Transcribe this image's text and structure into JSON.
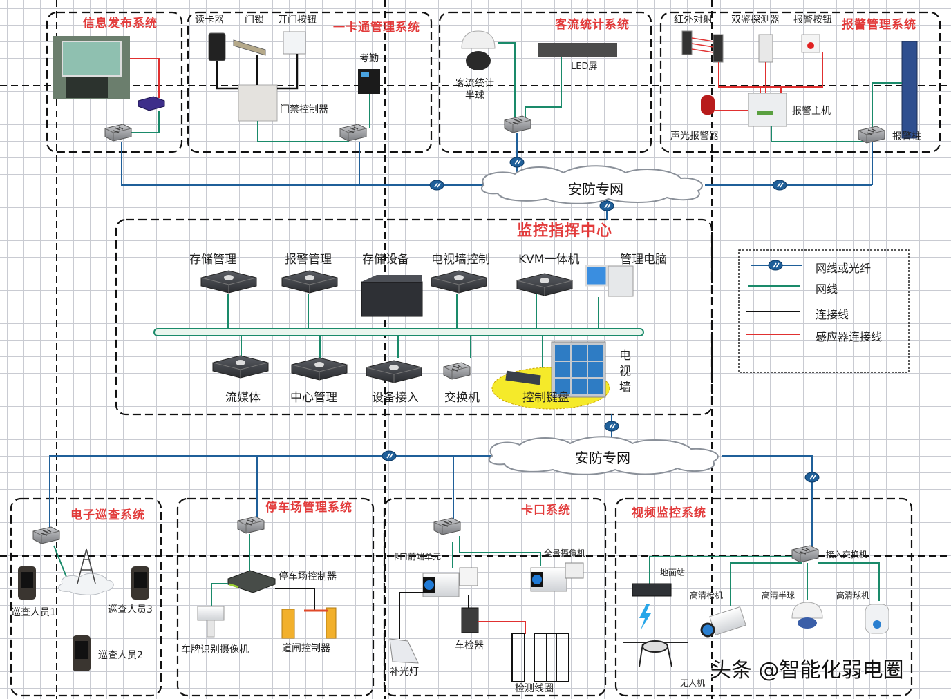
{
  "colors": {
    "title_red": "#e23a3a",
    "network_blue": "#1f5f99",
    "cable_green": "#1a8a6a",
    "connect_black": "#111111",
    "sensor_red": "#e03030",
    "grid": "#c9cbd2"
  },
  "network_cloud": {
    "top_label": "安防专网",
    "bottom_label": "安防专网"
  },
  "systems": {
    "info_release": {
      "title": "信息发布系统",
      "devices": []
    },
    "card": {
      "title": "一卡通管理系统",
      "devices": [
        "读卡器",
        "门锁",
        "开门按钮",
        "考勤",
        "门禁控制器"
      ]
    },
    "passenger_flow": {
      "title": "客流统计系统",
      "devices": [
        "客流统计半球",
        "LED屏"
      ]
    },
    "alarm": {
      "title": "报警管理系统",
      "devices": [
        "红外对射",
        "双鉴探测器",
        "报警按钮",
        "报警主机",
        "声光报警器",
        "报警柱"
      ]
    },
    "command_center": {
      "title": "监控指挥中心",
      "top_devices": [
        "存储管理",
        "报警管理",
        "存储设备",
        "电视墙控制",
        "KVM一体机",
        "管理电脑"
      ],
      "bottom_devices": [
        "流媒体",
        "中心管理",
        "设备接入",
        "交换机",
        "控制键盘"
      ],
      "tv_wall": "电视墙"
    },
    "patrol": {
      "title": "电子巡查系统",
      "devices": [
        "巡查人员1",
        "巡查人员3",
        "巡查人员2"
      ]
    },
    "parking": {
      "title": "停车场管理系统",
      "devices": [
        "停车场控制器",
        "车牌识别摄像机",
        "道闸控制器"
      ]
    },
    "checkpoint": {
      "title": "卡口系统",
      "devices": [
        "卡口前端单元",
        "全景摄像机",
        "车检器",
        "补光灯",
        "检测线圈"
      ]
    },
    "video": {
      "title": "视频监控系统",
      "devices": [
        "接入交换机",
        "地面站",
        "高清枪机",
        "高清半球",
        "高清球机",
        "无人机"
      ]
    }
  },
  "legend": {
    "items": [
      {
        "label": "网线或光纤",
        "type": "fiber"
      },
      {
        "label": "网线",
        "type": "cable"
      },
      {
        "label": "连接线",
        "type": "connect"
      },
      {
        "label": "感应器连接线",
        "type": "sensor"
      }
    ]
  },
  "watermark": "头条 @智能化弱电圈"
}
